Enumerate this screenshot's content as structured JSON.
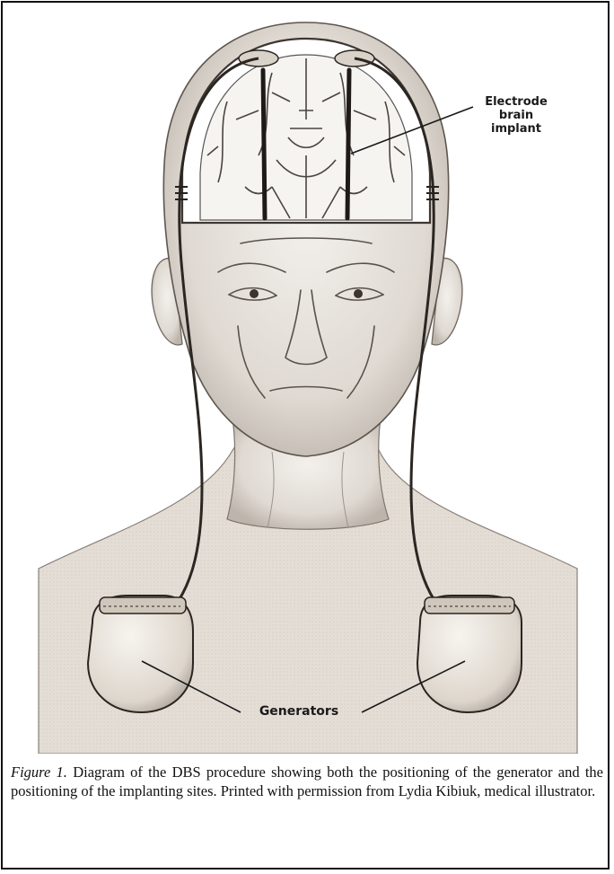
{
  "figure": {
    "labels": {
      "electrode": "Electrode\nbrain\nimplant",
      "generators": "Generators"
    }
  },
  "caption": {
    "figure_label": "Figure 1.",
    "text": " Diagram of the DBS procedure showing both the positioning of the generator and the positioning of the implanting sites. Printed with permission from Lydia Kibiuk, medical illustrator."
  },
  "colors": {
    "ink": "#1a1a1a",
    "skin": "#e9e4de",
    "shade": "#c9c2ba",
    "device": "#ece7df"
  }
}
